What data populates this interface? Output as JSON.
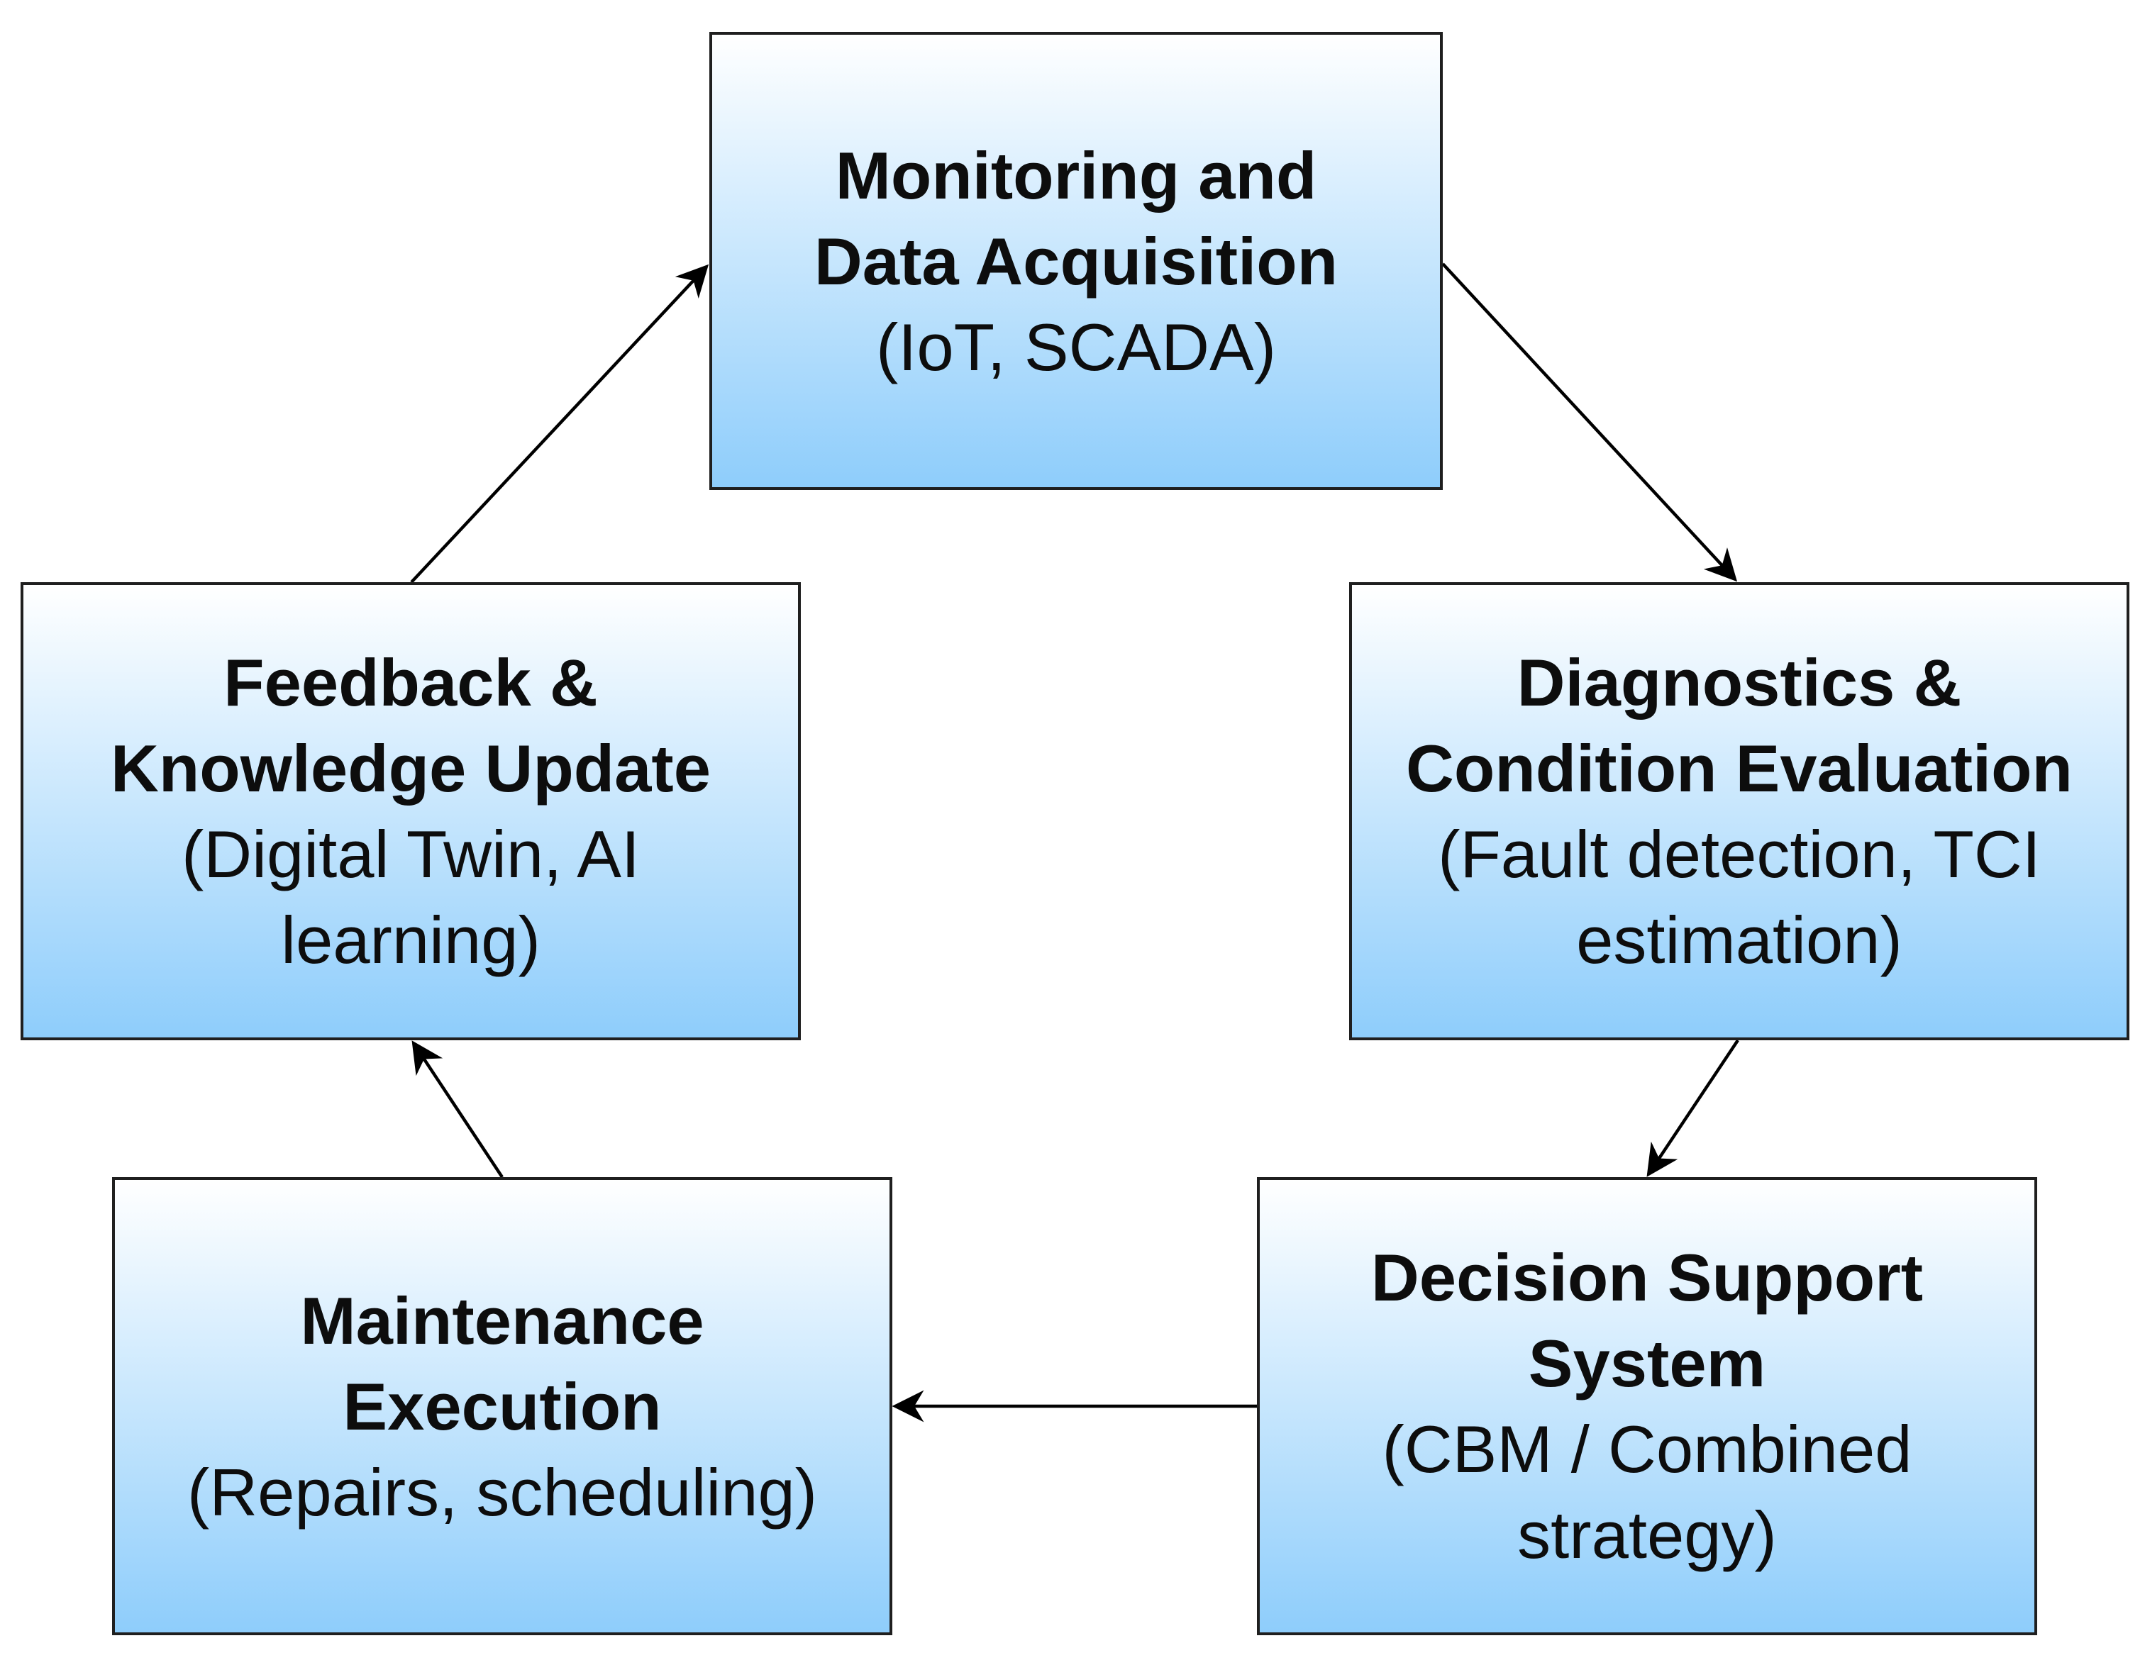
{
  "diagram": {
    "nodes": [
      {
        "id": "monitoring",
        "title": "Monitoring and\nData Acquisition",
        "subtitle": "(IoT, SCADA)"
      },
      {
        "id": "diagnostics",
        "title": "Diagnostics &\nCondition Evaluation",
        "subtitle": "(Fault detection, TCI\nestimation)"
      },
      {
        "id": "decision",
        "title": "Decision Support\nSystem",
        "subtitle": "(CBM / Combined\nstrategy)"
      },
      {
        "id": "maintenance",
        "title": "Maintenance\nExecution",
        "subtitle": "(Repairs, scheduling)"
      },
      {
        "id": "feedback",
        "title": "Feedback &\nKnowledge Update",
        "subtitle": "(Digital Twin, AI\nlearning)"
      }
    ],
    "edges": [
      {
        "from": "monitoring",
        "to": "diagnostics"
      },
      {
        "from": "diagnostics",
        "to": "decision"
      },
      {
        "from": "decision",
        "to": "maintenance"
      },
      {
        "from": "maintenance",
        "to": "feedback"
      },
      {
        "from": "feedback",
        "to": "monitoring"
      }
    ],
    "colors": {
      "box_gradient_top": "#ffffff",
      "box_gradient_bottom": "#8ecdfb",
      "border": "#1f1f1f",
      "arrow": "#000000",
      "text": "#0d0d0d"
    }
  }
}
